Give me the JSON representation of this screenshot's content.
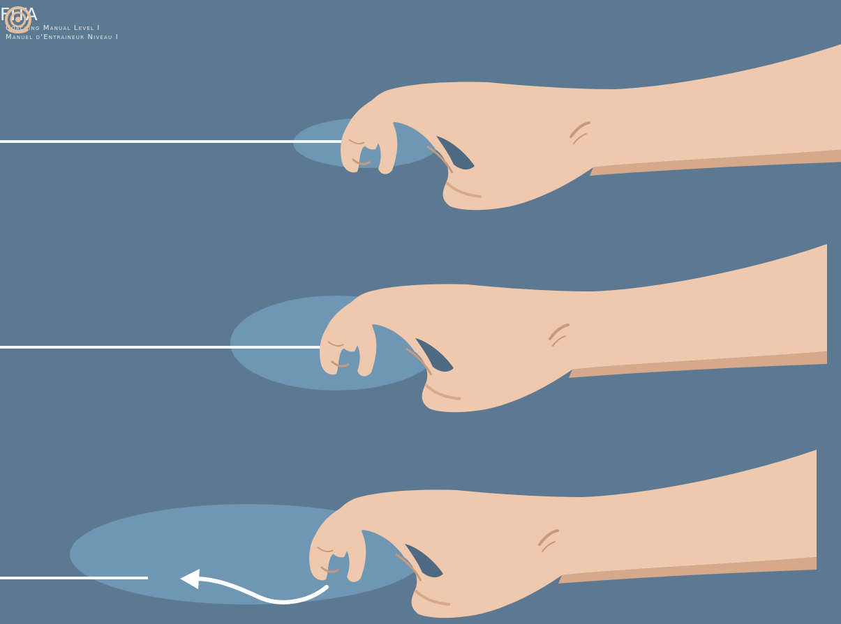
{
  "header": {
    "brand": "FITA",
    "line1": "Coaching Manual Level I",
    "line2": "Manuel d'Entraineur Niveau I"
  },
  "logo": {
    "icon": "fita-target-emblem",
    "color": "#e3c09b"
  },
  "colors": {
    "background": "#5d7991",
    "skin": "#efc9ae",
    "skin_shadow": "#d6a98c",
    "string": "#f4f6f8",
    "highlight_ellipse": "#7eaed0"
  }
}
